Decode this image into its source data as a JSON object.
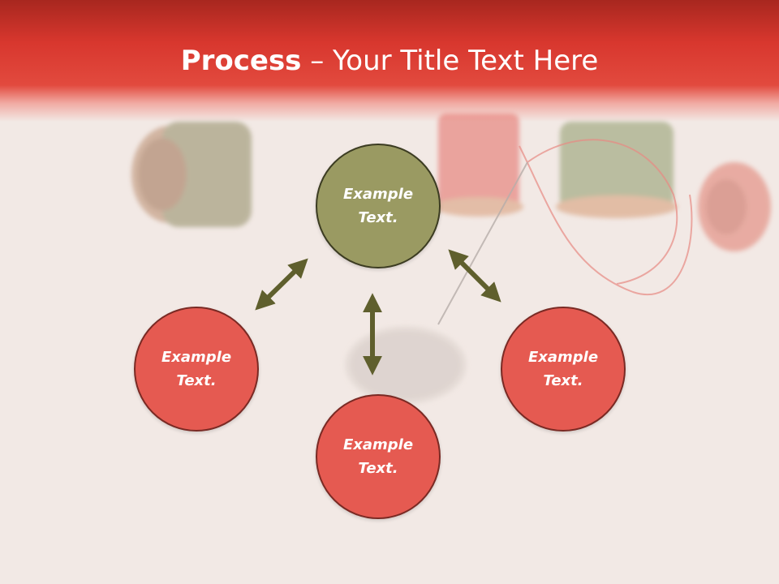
{
  "title": {
    "bold": "Process",
    "rest": " – Your Title Text Here"
  },
  "nodes": {
    "top": {
      "line1": "Example",
      "line2": "Text."
    },
    "left": {
      "line1": "Example",
      "line2": "Text."
    },
    "right": {
      "line1": "Example",
      "line2": "Text."
    },
    "bottom": {
      "line1": "Example",
      "line2": "Text."
    }
  },
  "colors": {
    "header_red": "#d8372e",
    "accent_olive": "#9a9a62",
    "node_red": "#e55a51",
    "arrow_olive": "#5f5f2d"
  }
}
